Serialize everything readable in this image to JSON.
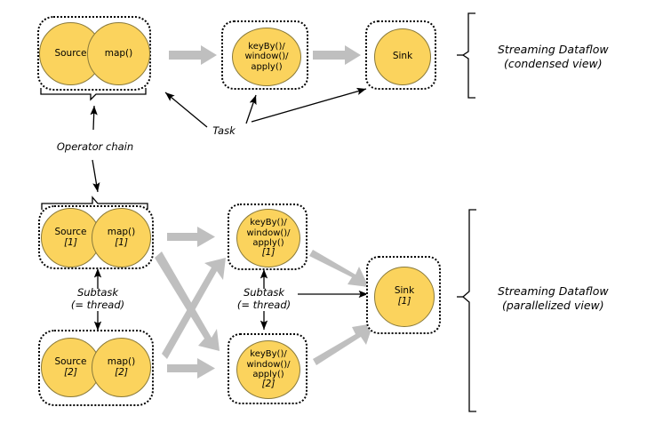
{
  "diagram": {
    "title": "Flink streaming dataflow: condensed and parallelized views",
    "colors": {
      "circle_fill": "#FBD35D",
      "circle_stroke": "#8A7A3A",
      "thick_arrow": "#BFBFBF",
      "outline": "#000000",
      "background": "#FFFFFF"
    }
  },
  "condensed": {
    "brace_label_line1": "Streaming Dataflow",
    "brace_label_line2": "(condensed view)",
    "operator_chain": {
      "nodes": [
        {
          "label": "Source"
        },
        {
          "label": "map()"
        }
      ]
    },
    "window_task": {
      "lines": [
        "keyBy()/",
        "window()/",
        "apply()"
      ]
    },
    "sink_task": {
      "label": "Sink"
    }
  },
  "parallel": {
    "brace_label_line1": "Streaming Dataflow",
    "brace_label_line2": "(parallelized view)",
    "chains": [
      {
        "nodes": [
          {
            "label": "Source",
            "index": "[1]"
          },
          {
            "label": "map()",
            "index": "[1]"
          }
        ]
      },
      {
        "nodes": [
          {
            "label": "Source",
            "index": "[2]"
          },
          {
            "label": "map()",
            "index": "[2]"
          }
        ]
      }
    ],
    "window_tasks": [
      {
        "lines": [
          "keyBy()/",
          "window()/",
          "apply()"
        ],
        "index": "[1]"
      },
      {
        "lines": [
          "keyBy()/",
          "window()/",
          "apply()"
        ],
        "index": "[2]"
      }
    ],
    "sink_task": {
      "label": "Sink",
      "index": "[1]"
    }
  },
  "annotations": {
    "operator_chain": "Operator chain",
    "task": "Task",
    "subtask_left_line1": "Subtask",
    "subtask_left_line2": "(= thread)",
    "subtask_right_line1": "Subtask",
    "subtask_right_line2": "(= thread)"
  }
}
